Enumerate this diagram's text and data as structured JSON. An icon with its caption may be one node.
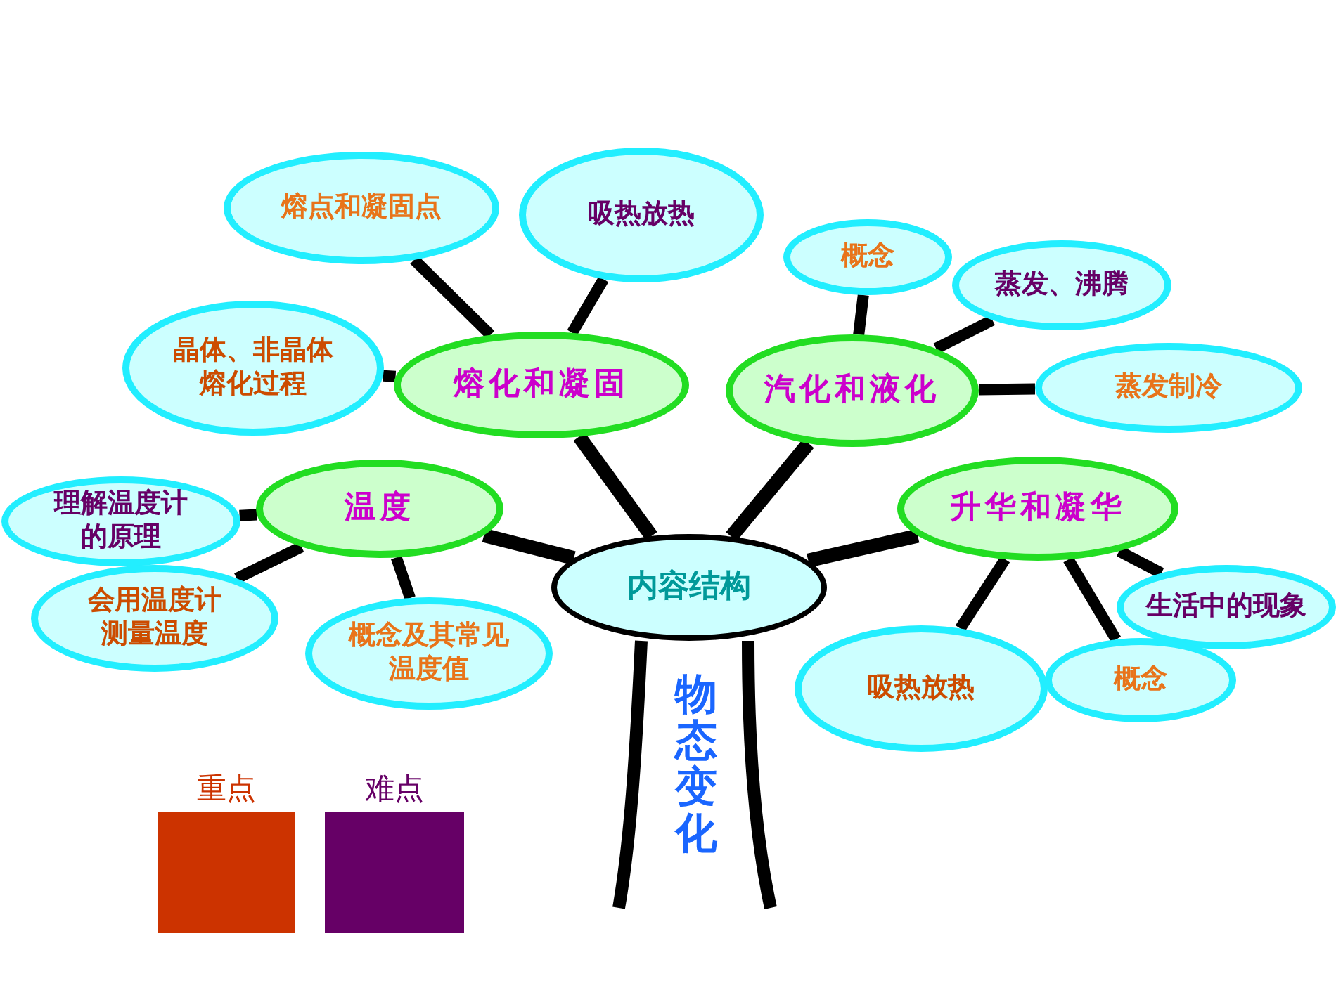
{
  "diagram": {
    "nodes": [
      {
        "text": [
          "内容结构"
        ]
      },
      {
        "text": [
          "熔化和凝固"
        ]
      },
      {
        "text": [
          "熔点和凝固点"
        ]
      },
      {
        "text": [
          "吸热放热"
        ]
      },
      {
        "text": [
          "晶体、非晶体熔化过程"
        ]
      },
      {
        "text": [
          "汽化和液化"
        ]
      },
      {
        "text": [
          "概念"
        ]
      },
      {
        "text": [
          "蒸发、沸腾"
        ]
      },
      {
        "text": [
          "蒸发制冷"
        ]
      },
      {
        "text": [
          "温度"
        ]
      },
      {
        "text": [
          "理解温度计的原理"
        ]
      },
      {
        "text": [
          "会用温度计测量温度"
        ]
      },
      {
        "text": [
          "概念及其常见温度值"
        ]
      },
      {
        "text": [
          "升华和凝华"
        ]
      },
      {
        "text": [
          "生活中的现象"
        ]
      },
      {
        "text": [
          "吸热放热"
        ]
      },
      {
        "text": [
          "概念"
        ]
      }
    ],
    "edges": [
      {
        "from": 0,
        "to": 1,
        "arrow": "none"
      },
      {
        "from": 0,
        "to": 5,
        "arrow": "none"
      },
      {
        "from": 0,
        "to": 9,
        "arrow": "none"
      },
      {
        "from": 0,
        "to": 13,
        "arrow": "none"
      },
      {
        "from": 1,
        "to": 2,
        "arrow": "none"
      },
      {
        "from": 1,
        "to": 3,
        "arrow": "none"
      },
      {
        "from": 1,
        "to": 4,
        "arrow": "none"
      },
      {
        "from": 5,
        "to": 6,
        "arrow": "none"
      },
      {
        "from": 5,
        "to": 7,
        "arrow": "none"
      },
      {
        "from": 5,
        "to": 8,
        "arrow": "none"
      },
      {
        "from": 9,
        "to": 10,
        "arrow": "none"
      },
      {
        "from": 9,
        "to": 11,
        "arrow": "none"
      },
      {
        "from": 9,
        "to": 12,
        "arrow": "none"
      },
      {
        "from": 13,
        "to": 14,
        "arrow": "none"
      },
      {
        "from": 13,
        "to": 15,
        "arrow": "none"
      },
      {
        "from": 13,
        "to": 16,
        "arrow": "none"
      }
    ],
    "labels": [
      "物态变化"
    ],
    "legend": [
      {
        "text": "重点",
        "color": "#cc3300"
      },
      {
        "text": "难点",
        "color": "#660066"
      }
    ]
  }
}
